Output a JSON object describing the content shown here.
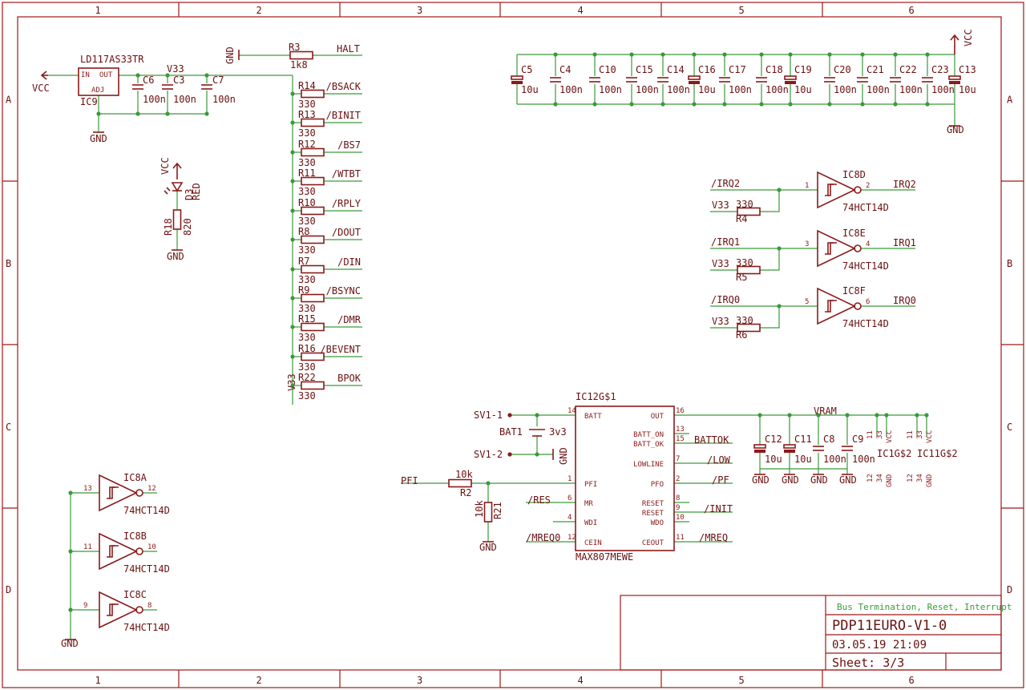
{
  "frame": {
    "columns": [
      "1",
      "2",
      "3",
      "4",
      "5",
      "6"
    ],
    "rows": [
      "A",
      "B",
      "C",
      "D"
    ]
  },
  "regulator": {
    "part": "LD117AS33TR",
    "name": "IC9",
    "pin_in": "IN",
    "pin_out": "OUT",
    "pin_adj": "ADJ",
    "vcc": "VCC",
    "gnd": "GND",
    "net": "V33",
    "caps": [
      {
        "name": "C6",
        "value": "100n"
      },
      {
        "name": "C3",
        "value": "100n"
      },
      {
        "name": "C7",
        "value": "100n"
      }
    ]
  },
  "halt": {
    "gnd": "GND",
    "name": "R3",
    "value": "1k8",
    "signal": "HALT"
  },
  "terminators": [
    {
      "name": "R14",
      "value": "330",
      "signal": "/BSACK"
    },
    {
      "name": "R13",
      "value": "330",
      "signal": "/BINIT"
    },
    {
      "name": "R12",
      "value": "330",
      "signal": "/BS7"
    },
    {
      "name": "R11",
      "value": "330",
      "signal": "/WTBT"
    },
    {
      "name": "R10",
      "value": "330",
      "signal": "/RPLY"
    },
    {
      "name": "R8",
      "value": "330",
      "signal": "/DOUT"
    },
    {
      "name": "R7",
      "value": "330",
      "signal": "/DIN"
    },
    {
      "name": "R9",
      "value": "330",
      "signal": "/BSYNC"
    },
    {
      "name": "R15",
      "value": "330",
      "signal": "/DMR"
    },
    {
      "name": "R16",
      "value": "330",
      "signal": "/BEVENT"
    },
    {
      "name": "R22",
      "value": "330",
      "signal": "BPOK"
    }
  ],
  "terminator_net": "V33",
  "led": {
    "vcc": "VCC",
    "name": "D3",
    "color": "RED",
    "res_name": "R18",
    "res_value": "820",
    "gnd": "GND"
  },
  "decoupling": {
    "vcc": "VCC",
    "gnd": "GND",
    "caps": [
      {
        "name": "C5",
        "value": "10u",
        "polar": true
      },
      {
        "name": "C4",
        "value": "100n",
        "polar": false
      },
      {
        "name": "C10",
        "value": "100n",
        "polar": false
      },
      {
        "name": "C15",
        "value": "100n",
        "polar": false
      },
      {
        "name": "C14",
        "value": "100n",
        "polar": false
      },
      {
        "name": "C16",
        "value": "10u",
        "polar": true
      },
      {
        "name": "C17",
        "value": "100n",
        "polar": false
      },
      {
        "name": "C18",
        "value": "100n",
        "polar": false
      },
      {
        "name": "C19",
        "value": "10u",
        "polar": true
      },
      {
        "name": "C20",
        "value": "100n",
        "polar": false
      },
      {
        "name": "C21",
        "value": "100n",
        "polar": false
      },
      {
        "name": "C22",
        "value": "100n",
        "polar": false
      },
      {
        "name": "C23",
        "value": "100n",
        "polar": false
      },
      {
        "name": "C13",
        "value": "10u",
        "polar": true
      }
    ]
  },
  "irq_gates": [
    {
      "in_label": "/IRQ2",
      "name": "IC8D",
      "part": "74HCT14D",
      "pin_in": "1",
      "pin_out": "2",
      "out_label": "IRQ2",
      "net": "V33",
      "res_name": "R4",
      "res_value": "330"
    },
    {
      "in_label": "/IRQ1",
      "name": "IC8E",
      "part": "74HCT14D",
      "pin_in": "3",
      "pin_out": "4",
      "out_label": "IRQ1",
      "net": "V33",
      "res_name": "R5",
      "res_value": "330"
    },
    {
      "in_label": "/IRQ0",
      "name": "IC8F",
      "part": "74HCT14D",
      "pin_in": "5",
      "pin_out": "6",
      "out_label": "IRQ0",
      "net": "V33",
      "res_name": "R6",
      "res_value": "330"
    }
  ],
  "unused_gates": {
    "gnd": "GND",
    "gates": [
      {
        "name": "IC8A",
        "part": "74HCT14D",
        "pin_in": "13",
        "pin_out": "12"
      },
      {
        "name": "IC8B",
        "part": "74HCT14D",
        "pin_in": "11",
        "pin_out": "10"
      },
      {
        "name": "IC8C",
        "part": "74HCT14D",
        "pin_in": "9",
        "pin_out": "8"
      }
    ]
  },
  "supervisor": {
    "name": "IC12G$1",
    "part": "MAX807MEWE",
    "left_pins": [
      {
        "num": "14",
        "name": "BATT"
      },
      {
        "num": "1",
        "name": "PFI"
      },
      {
        "num": "6",
        "name": "MR"
      },
      {
        "num": "4",
        "name": "WDI"
      },
      {
        "num": "12",
        "name": "CEIN"
      }
    ],
    "right_pins": [
      {
        "num": "16",
        "name": "OUT"
      },
      {
        "num": "13",
        "name": "BATT_ON"
      },
      {
        "num": "15",
        "name": "BATT_OK"
      },
      {
        "num": "7",
        "name": "LOWLINE"
      },
      {
        "num": "2",
        "name": "PFO"
      },
      {
        "num": "8",
        "name": "RESET"
      },
      {
        "num": "9",
        "name": "RESET"
      },
      {
        "num": "10",
        "name": "WDO"
      },
      {
        "num": "11",
        "name": "CEOUT"
      }
    ],
    "battery": {
      "sv_top": "SV1-1",
      "sv_bot": "SV1-2",
      "name": "BAT1",
      "value": "3v3",
      "gnd": "GND"
    },
    "pfi": {
      "label": "PFI",
      "r2_name": "R2",
      "r2_value": "10k",
      "r21_name": "R21",
      "r21_value": "10k",
      "gnd": "GND"
    },
    "net_labels": {
      "res": "/RES",
      "mreq0": "/MREQ0",
      "battok": "BATTOK",
      "low": "/LOW",
      "pf": "/PF",
      "init": "/INIT",
      "mreq": "/MREQ"
    }
  },
  "vram": {
    "net": "VRAM",
    "gnd": "GND",
    "caps": [
      {
        "name": "C12",
        "value": "10u",
        "polar": true
      },
      {
        "name": "C11",
        "value": "10u",
        "polar": true
      },
      {
        "name": "C8",
        "value": "100n",
        "polar": false
      },
      {
        "name": "C9",
        "value": "100n",
        "polar": false
      }
    ],
    "supplies": [
      {
        "name": "IC1G$2",
        "pins_top": [
          "11",
          "33"
        ],
        "pins_bot": [
          "12",
          "34"
        ],
        "vcc": "VCC",
        "gnd": "GND"
      },
      {
        "name": "IC11G$2",
        "pins_top": [
          "11",
          "33"
        ],
        "pins_bot": [
          "12",
          "34"
        ],
        "vcc": "VCC",
        "gnd": "GND"
      }
    ]
  },
  "title_block": {
    "description": "Bus Termination, Reset, Interrupt",
    "project": "PDP11EURO-V1-0",
    "date": "03.05.19 21:09",
    "sheet": "Sheet: 3/3"
  }
}
